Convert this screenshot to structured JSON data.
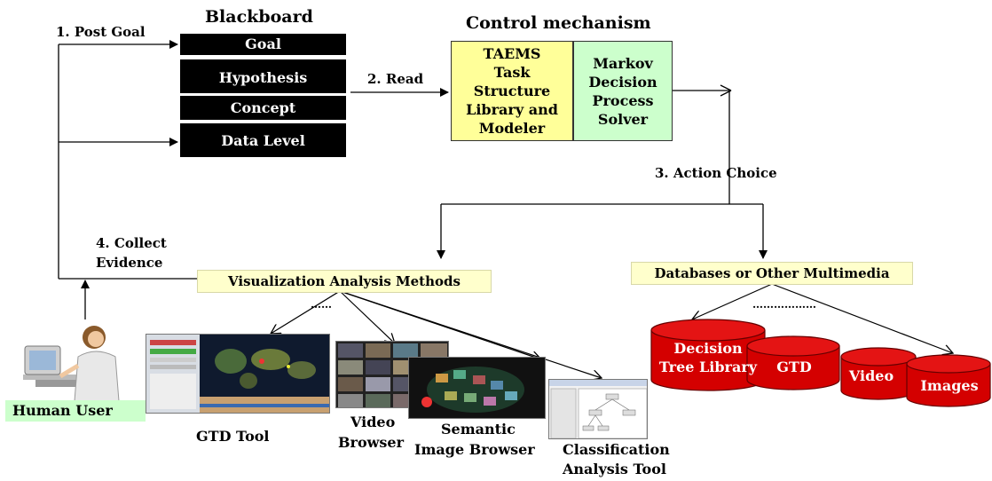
{
  "titles": {
    "blackboard": "Blackboard",
    "control": "Control mechanism"
  },
  "blackboard_rows": [
    "Goal",
    "Hypothesis",
    "Concept",
    "Data Level"
  ],
  "control_boxes": {
    "taems_lines": [
      "TAEMS",
      "Task",
      "Structure",
      "Library and",
      "Modeler"
    ],
    "markov_lines": [
      "Markov",
      "Decision",
      "Process",
      "Solver"
    ]
  },
  "steps": {
    "post_goal": "1. Post Goal",
    "read": "2. Read",
    "action_choice": "3. Action Choice",
    "collect_1": "4. Collect",
    "collect_2": "Evidence"
  },
  "bands": {
    "vis": "Visualization Analysis Methods",
    "db": "Databases or Other Multimedia",
    "vis_dots": "……",
    "db_dots": "………………"
  },
  "human_user": "Human User",
  "tools": {
    "gtd": "GTD Tool",
    "video_1": "Video",
    "video_2": "Browser",
    "semantic_1": "Semantic",
    "semantic_2": "Image Browser",
    "class_1": "Classification",
    "class_2": "Analysis Tool"
  },
  "databases": {
    "dt_1": "Decision",
    "dt_2": "Tree Library",
    "gtd": "GTD",
    "video": "Video",
    "images": "Images"
  },
  "colors": {
    "taems_fill": "#ffff99",
    "markov_fill": "#ccffcc",
    "band_fill": "#ffffcc",
    "human_user_fill": "#ccffcc",
    "database_fill": "#d40000",
    "blackboard_fill": "#000000"
  },
  "icons": {
    "human": "person-at-computer-icon",
    "gtd": "world-map-screenshot",
    "video": "video-thumbnails-screenshot",
    "semantic": "image-cluster-screenshot",
    "classification": "tree-graph-screenshot",
    "database": "cylinder-icon"
  }
}
